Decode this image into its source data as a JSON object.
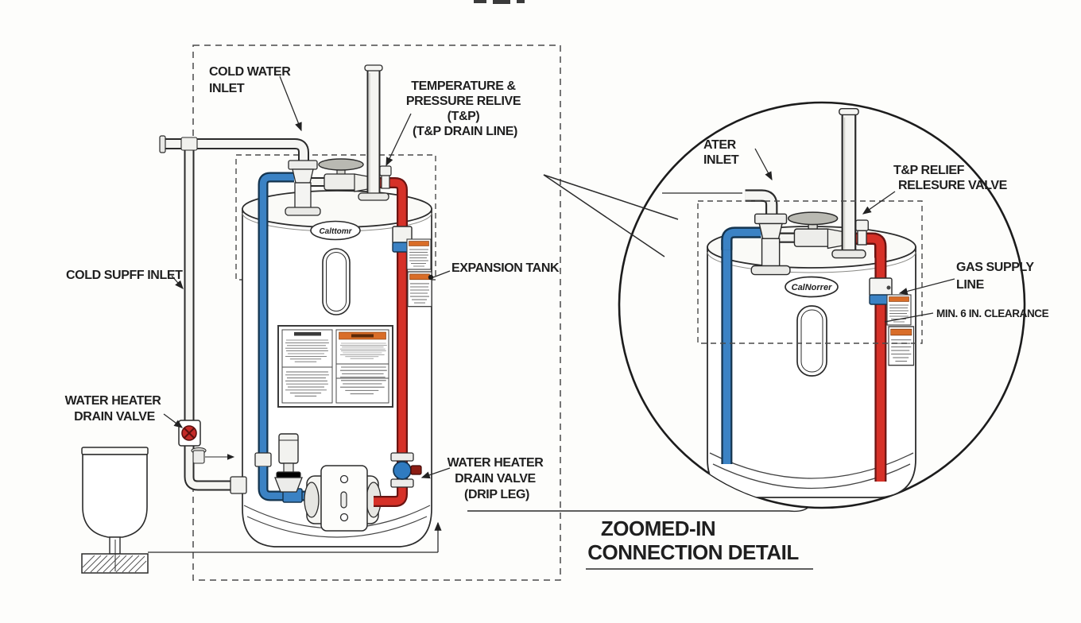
{
  "main_diagram": {
    "cold_water_inlet": [
      "COLD WATER",
      "INLET"
    ],
    "tp_relief": [
      "TEMPERATURE &",
      "PRESSURE RELIVE",
      "(T&P)",
      "(T&P DRAIN LINE)"
    ],
    "cold_supply_inlet": [
      "COLD SUPFF INLET"
    ],
    "drain_valve": [
      "WATER HEATER",
      "DRAIN VALVE"
    ],
    "expansion_tank": [
      "EXPANSION TANK"
    ],
    "drip_leg": [
      "WATER HEATER",
      "DRAIN VALVE",
      "(DRIP LEG)"
    ],
    "tank_brand": "Calttomr"
  },
  "detail_view": {
    "water_inlet": [
      "ATER",
      "INLET"
    ],
    "tp_relief_valve": [
      "T&P RELIEF",
      "RELESURE VALVE"
    ],
    "gas_supply": [
      "GAS SUPPLY",
      "LINE"
    ],
    "clearance": [
      "MIN. 6 IN. CLEARANCE"
    ],
    "tank_brand": "CalNorrer"
  },
  "caption": [
    "ZOOMED-IN",
    "CONNECTION DETAIL"
  ],
  "colors": {
    "cold_pipe_blue": "#3b82c4",
    "hot_pipe_red": "#d63128",
    "warning_orange": "#d96d28",
    "valve_red": "#c52a28",
    "line_art": "#2b2b2b",
    "background": "#fdfdfb"
  }
}
